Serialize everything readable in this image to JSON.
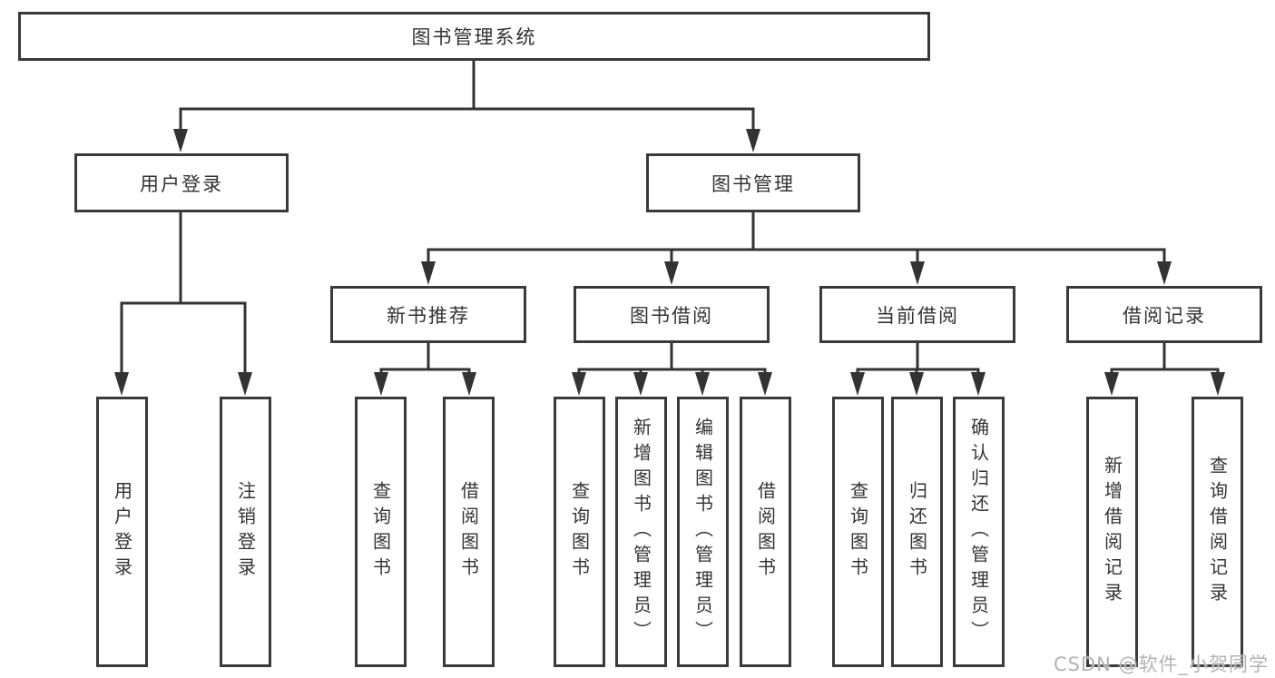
{
  "diagram_title": "图书管理系统",
  "nodes": {
    "root": "图书管理系统",
    "user_login": "用户登录",
    "book_management": "图书管理",
    "new_book_recommend": "新书推荐",
    "book_borrowing": "图书借阅",
    "current_borrowing": "当前借阅",
    "borrowing_records": "借阅记录",
    "ul_user_login": "用户登录",
    "ul_logout": "注销登录",
    "nbr_query_books": "查询图书",
    "nbr_borrow_books": "借阅图书",
    "bb_query_books": "查询图书",
    "bb_add_books": "新增图书（管理员）",
    "bb_edit_books": "编辑图书（管理员）",
    "bb_borrow_books": "借阅图书",
    "cb_query_books": "查询图书",
    "cb_return_books": "归还图书",
    "cb_confirm_return": "确认归还（管理员）",
    "br_add_record": "新增借阅记录",
    "br_query_record": "查询借阅记录"
  },
  "edges": [
    [
      "图书管理系统",
      "用户登录"
    ],
    [
      "图书管理系统",
      "图书管理"
    ],
    [
      "用户登录",
      "用户登录"
    ],
    [
      "用户登录",
      "注销登录"
    ],
    [
      "图书管理",
      "新书推荐"
    ],
    [
      "图书管理",
      "图书借阅"
    ],
    [
      "图书管理",
      "当前借阅"
    ],
    [
      "图书管理",
      "借阅记录"
    ],
    [
      "新书推荐",
      "查询图书"
    ],
    [
      "新书推荐",
      "借阅图书"
    ],
    [
      "图书借阅",
      "查询图书"
    ],
    [
      "图书借阅",
      "新增图书（管理员）"
    ],
    [
      "图书借阅",
      "编辑图书（管理员）"
    ],
    [
      "图书借阅",
      "借阅图书"
    ],
    [
      "当前借阅",
      "查询图书"
    ],
    [
      "当前借阅",
      "归还图书"
    ],
    [
      "当前借阅",
      "确认归还（管理员）"
    ],
    [
      "借阅记录",
      "新增借阅记录"
    ],
    [
      "借阅记录",
      "查询借阅记录"
    ]
  ],
  "colors": {
    "line": "#333333",
    "box_border": "#3a3a3a",
    "text": "#333333",
    "watermark_text": "#b3b3b3",
    "background": "#ffffff"
  },
  "watermark": "CSDN @软件_小贺同学"
}
